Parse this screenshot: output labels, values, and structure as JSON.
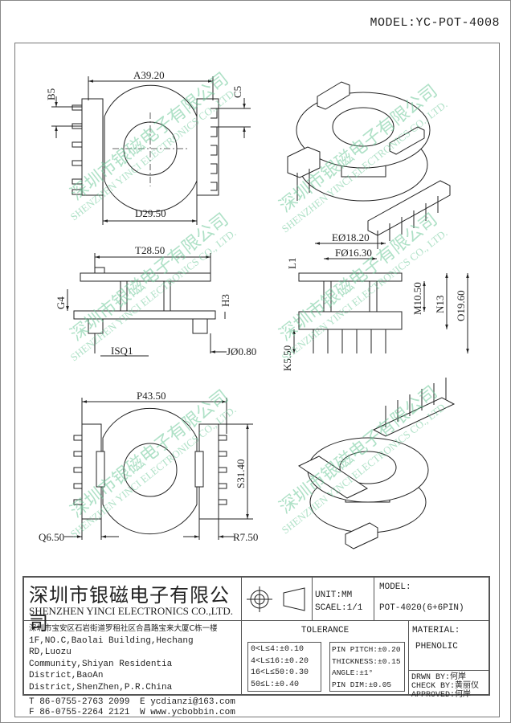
{
  "header": {
    "model": "MODEL:YC-POT-4008"
  },
  "dimensions": {
    "a": "A39.20",
    "b": "B5",
    "c": "C5",
    "d": "D29.50",
    "t": "T28.50",
    "g": "G4",
    "h": "H3",
    "i": "ISQ1",
    "j": "JØ0.80",
    "e": "EØ18.20",
    "f": "FØ16.30",
    "l": "L1",
    "m": "M10.50",
    "n": "N13",
    "o": "O19.60",
    "k": "K5.50",
    "p": "P43.50",
    "s": "S31.40",
    "q": "Q6.50",
    "r": "R7.50"
  },
  "watermark": {
    "cn": "深圳市银磁电子有限公司",
    "en": "SHENZHEN YINCI ELECTRONICS CO., LTD."
  },
  "title_block": {
    "company_cn": "深圳市银磁电子有限公司",
    "company_en": "SHENZHEN YINCI ELECTRONICS CO.,LTD.",
    "unit": "UNIT:MM",
    "scale": "SCAEL:1/1",
    "model_label": "MODEL:",
    "model_value": "POT-4020(6+6PIN)",
    "address_cn": "深圳市宝安区石岩街道罗租社区合昌路宝来大厦C栋一楼",
    "address_en": [
      "1F,NO.C,Baolai Building,Hechang RD,Luozu",
      "Community,Shiyan Residentia District,BaoAn",
      "District,ShenZhen,P.R.China"
    ],
    "tel": "T 86-0755-2763 2099",
    "fax": "F 86-0755-2264 2121",
    "email": "E ycdianzi@163.com",
    "web": "W www.ycbobbin.com",
    "tolerance_title": "TOLERANCE",
    "tolerance_left": [
      "0<L≤4:±0.10",
      "4<L≤16:±0.20",
      "16<L≤50:0.30",
      "50≤L:±0.40"
    ],
    "tolerance_right": [
      "PIN PITCH:±0.20",
      "THICKNESS:±0.15",
      "ANGLE:±1°",
      "PIN DIM:±0.05"
    ],
    "material_label": "MATERIAL:",
    "material_value": "PHENOLIC",
    "drawn_by": "DRWN BY:何岸",
    "check_by": "CHECK BY:黄丽仪",
    "approved": "APPROVED:何岸"
  }
}
